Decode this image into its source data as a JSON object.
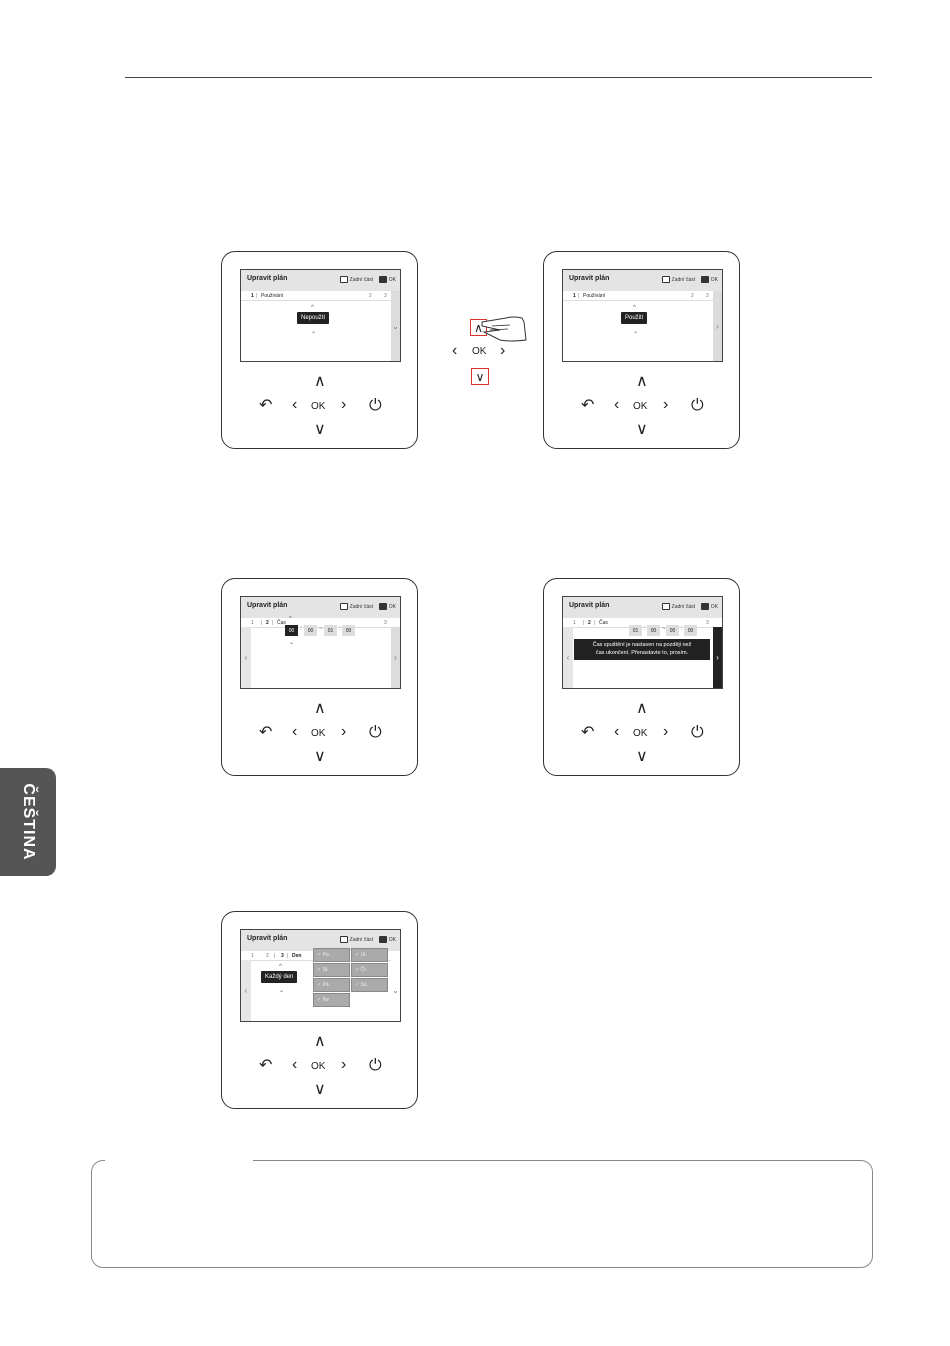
{
  "side_tab": "ČEŠTINA",
  "panels": [
    {
      "title": "Upravit plán",
      "back_label": "Zadní část",
      "ok_label": "OK",
      "step_num": "1",
      "step_label": "Používání",
      "other_steps": [
        "2",
        "3"
      ],
      "value": "Nepoužít"
    },
    {
      "title": "Upravit plán",
      "back_label": "Zadní část",
      "ok_label": "OK",
      "step_num": "1",
      "step_label": "Používání",
      "other_steps": [
        "2",
        "3"
      ],
      "value": "Použití"
    },
    {
      "title": "Upravit plán",
      "back_label": "Zadní část",
      "ok_label": "OK",
      "steps_before": [
        "1"
      ],
      "step_num": "2",
      "step_label": "Čas",
      "other_steps": [
        "3"
      ],
      "times": [
        "00",
        "00",
        "01",
        "00"
      ]
    },
    {
      "title": "Upravit plán",
      "back_label": "Zadní část",
      "ok_label": "OK",
      "steps_before": [
        "1"
      ],
      "step_num": "2",
      "step_label": "Čas",
      "other_steps": [
        "3"
      ],
      "times": [
        "01",
        "00",
        "00",
        "00"
      ],
      "warning_line1": "Čas spuštění je nastaven na později než",
      "warning_line2": "čas ukončení. Přenastavte to, prosím."
    },
    {
      "title": "Upravit plán",
      "back_label": "Zadní část",
      "ok_label": "OK",
      "steps_before": [
        "1",
        "2"
      ],
      "step_num": "3",
      "step_label": "Den",
      "value": "Každý den",
      "days": [
        "Po.",
        "Út.",
        "St.",
        "Čt.",
        "Pá.",
        "So.",
        "Ne"
      ]
    }
  ],
  "keypad": {
    "up": "∧",
    "down": "∨",
    "left": "‹",
    "right": "›",
    "ok": "OK",
    "back": "↶",
    "power": "⏻"
  },
  "middle_keys": {
    "left": "‹",
    "ok": "OK",
    "right": "›"
  },
  "colors": {
    "highlight": "#d9342b",
    "tab": "#555555",
    "screen_dark": "#222222"
  }
}
